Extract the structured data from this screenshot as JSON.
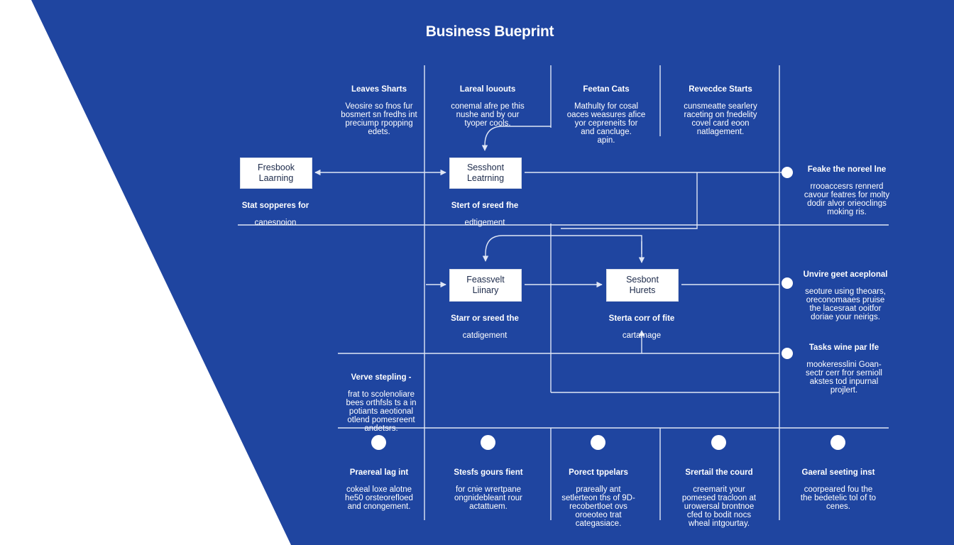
{
  "colors": {
    "background": "#1f45a0",
    "line": "#dfe6f5",
    "box": "#ffffff",
    "white_area": "#ffffff"
  },
  "title": "Business Bueprint",
  "top_headers": [
    {
      "title": "Leaves Sharts",
      "body": "Veosire so fnos fur\nbosmert sn fredhs int\npreciump rpopping\nedets."
    },
    {
      "title": "Lareal lououts",
      "body": "conemal afre pe this\nnushe and by our\ntyoper cools."
    },
    {
      "title": "Feetan Cats",
      "body": "Mathulty for cosal\noaces weasures afice\nyor cepreneits for\nand cancluge.\napin."
    },
    {
      "title": "Revecdce Starts",
      "body": "cunsmeatte searlery\nraceting on fnedelity\ncovel card eoon\nnatlagement."
    }
  ],
  "boxes": [
    {
      "label": "Fresbook\nLaarning",
      "caption_title": "Stat sopperes for",
      "caption_body": "canesnoion"
    },
    {
      "label": "Sesshont\nLeatrning",
      "caption_title": "Stert of sreed fhe",
      "caption_body": "edtigement"
    },
    {
      "label": "Feassvelt\nLiinary",
      "caption_title": "Starr or sreed the",
      "caption_body": "catdigement"
    },
    {
      "label": "Sesbont\nHurets",
      "caption_title": "Sterta corr of fite",
      "caption_body": "cartamage"
    }
  ],
  "right_notes": [
    {
      "title": "Feake the noreel lne",
      "body": "rrooaccesrs rennerd\ncavour featres for molty\ndodir alvor orieoclings\nmoking ris."
    },
    {
      "title": "Unvire geet aceplonal",
      "body": "seoture using theoars,\noreconomaaes pruise\nthe lacesraat ooitfor\ndoriae your neirigs."
    },
    {
      "title": "Tasks wine par lfe",
      "body": "mookeresslini Goan-\nsectr cerr fror sernioll\nakstes tod inpurnal\nprojlert."
    }
  ],
  "left_note": {
    "title": "Verve stepling -",
    "body": "frat to scolenoliare\nbees orthfsls ts a in\npotiants aeotional\notlend pomesreent\nandetsrs."
  },
  "bottom_items": [
    {
      "title": "Praereal lag int",
      "body": "cokeal loxe alotne\nhe50 orsteorefloed\nand cnongement."
    },
    {
      "title": "Stesfs gours fient",
      "body": "for cnie wrertpane\nongnidebleant rour\nactattuem."
    },
    {
      "title": "Porect tppelars",
      "body": "prareally ant\nsetlerteon ths of 9D-\nrecobertloet ovs\noroeoteo trat\ncategasiace."
    },
    {
      "title": "Srertail the courd",
      "body": "creemarit your\npomesed tracloon at\nurowersal brontnoe\ncfed to bodit nocs\nwheal intgourtay."
    },
    {
      "title": "Gaeral seeting inst",
      "body": "coorpeared fou the\nthe bedetelic tol of to\ncenes."
    }
  ]
}
